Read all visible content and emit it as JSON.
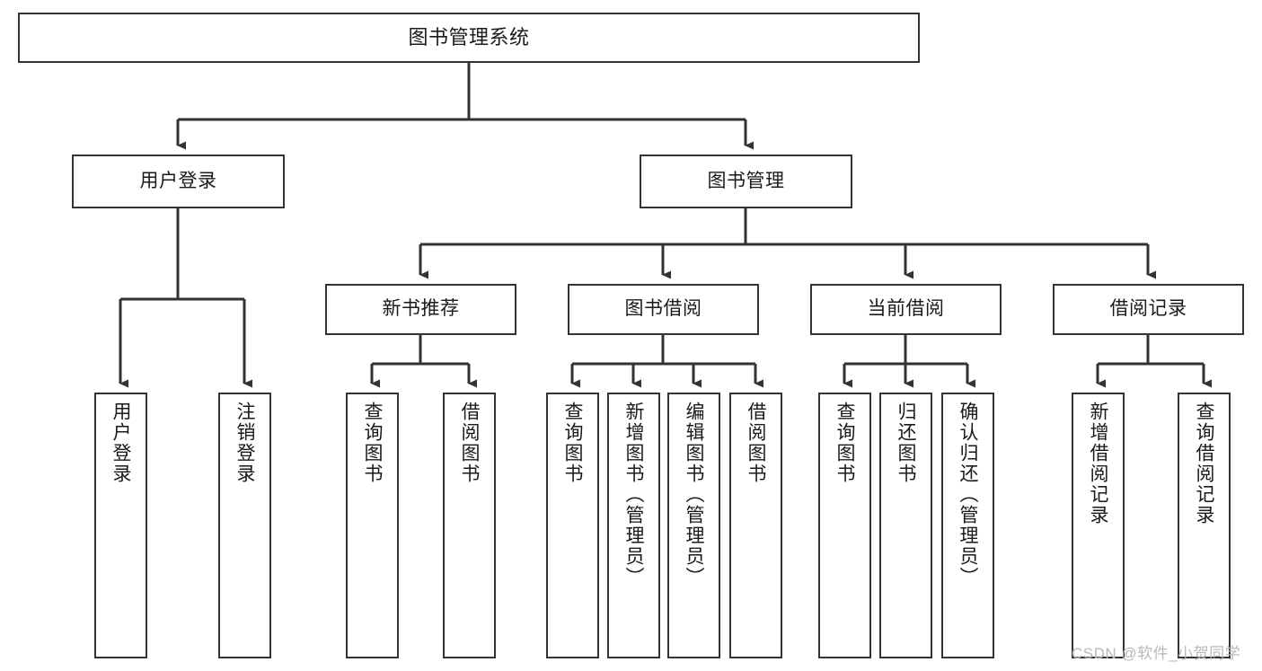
{
  "diagram": {
    "title": "图书管理系统",
    "type": "tree-hierarchy-chart",
    "colors": {
      "line": "#333333",
      "box_border": "#333333",
      "background": "#ffffff",
      "text": "#1a1a1a",
      "watermark": "#b9b9b9"
    },
    "root": {
      "label": "图书管理系统"
    },
    "level2": [
      {
        "label": "用户登录"
      },
      {
        "label": "图书管理"
      }
    ],
    "level3": [
      {
        "label": "新书推荐"
      },
      {
        "label": "图书借阅"
      },
      {
        "label": "当前借阅"
      },
      {
        "label": "借阅记录"
      }
    ],
    "leaves": {
      "user_login": [
        {
          "label": "用户登录"
        },
        {
          "label": "注销登录"
        }
      ],
      "new_book_recommend": [
        {
          "label": "查询图书"
        },
        {
          "label": "借阅图书"
        }
      ],
      "book_borrow": [
        {
          "label": "查询图书"
        },
        {
          "label": "新增图书（管理员）"
        },
        {
          "label": "编辑图书（管理员）"
        },
        {
          "label": "借阅图书"
        }
      ],
      "current_borrow": [
        {
          "label": "查询图书"
        },
        {
          "label": "归还图书"
        },
        {
          "label": "确认归还（管理员）"
        }
      ],
      "borrow_record": [
        {
          "label": "新增借阅记录"
        },
        {
          "label": "查询借阅记录"
        }
      ]
    }
  },
  "watermark": {
    "text": "CSDN @软件_小贺同学"
  }
}
